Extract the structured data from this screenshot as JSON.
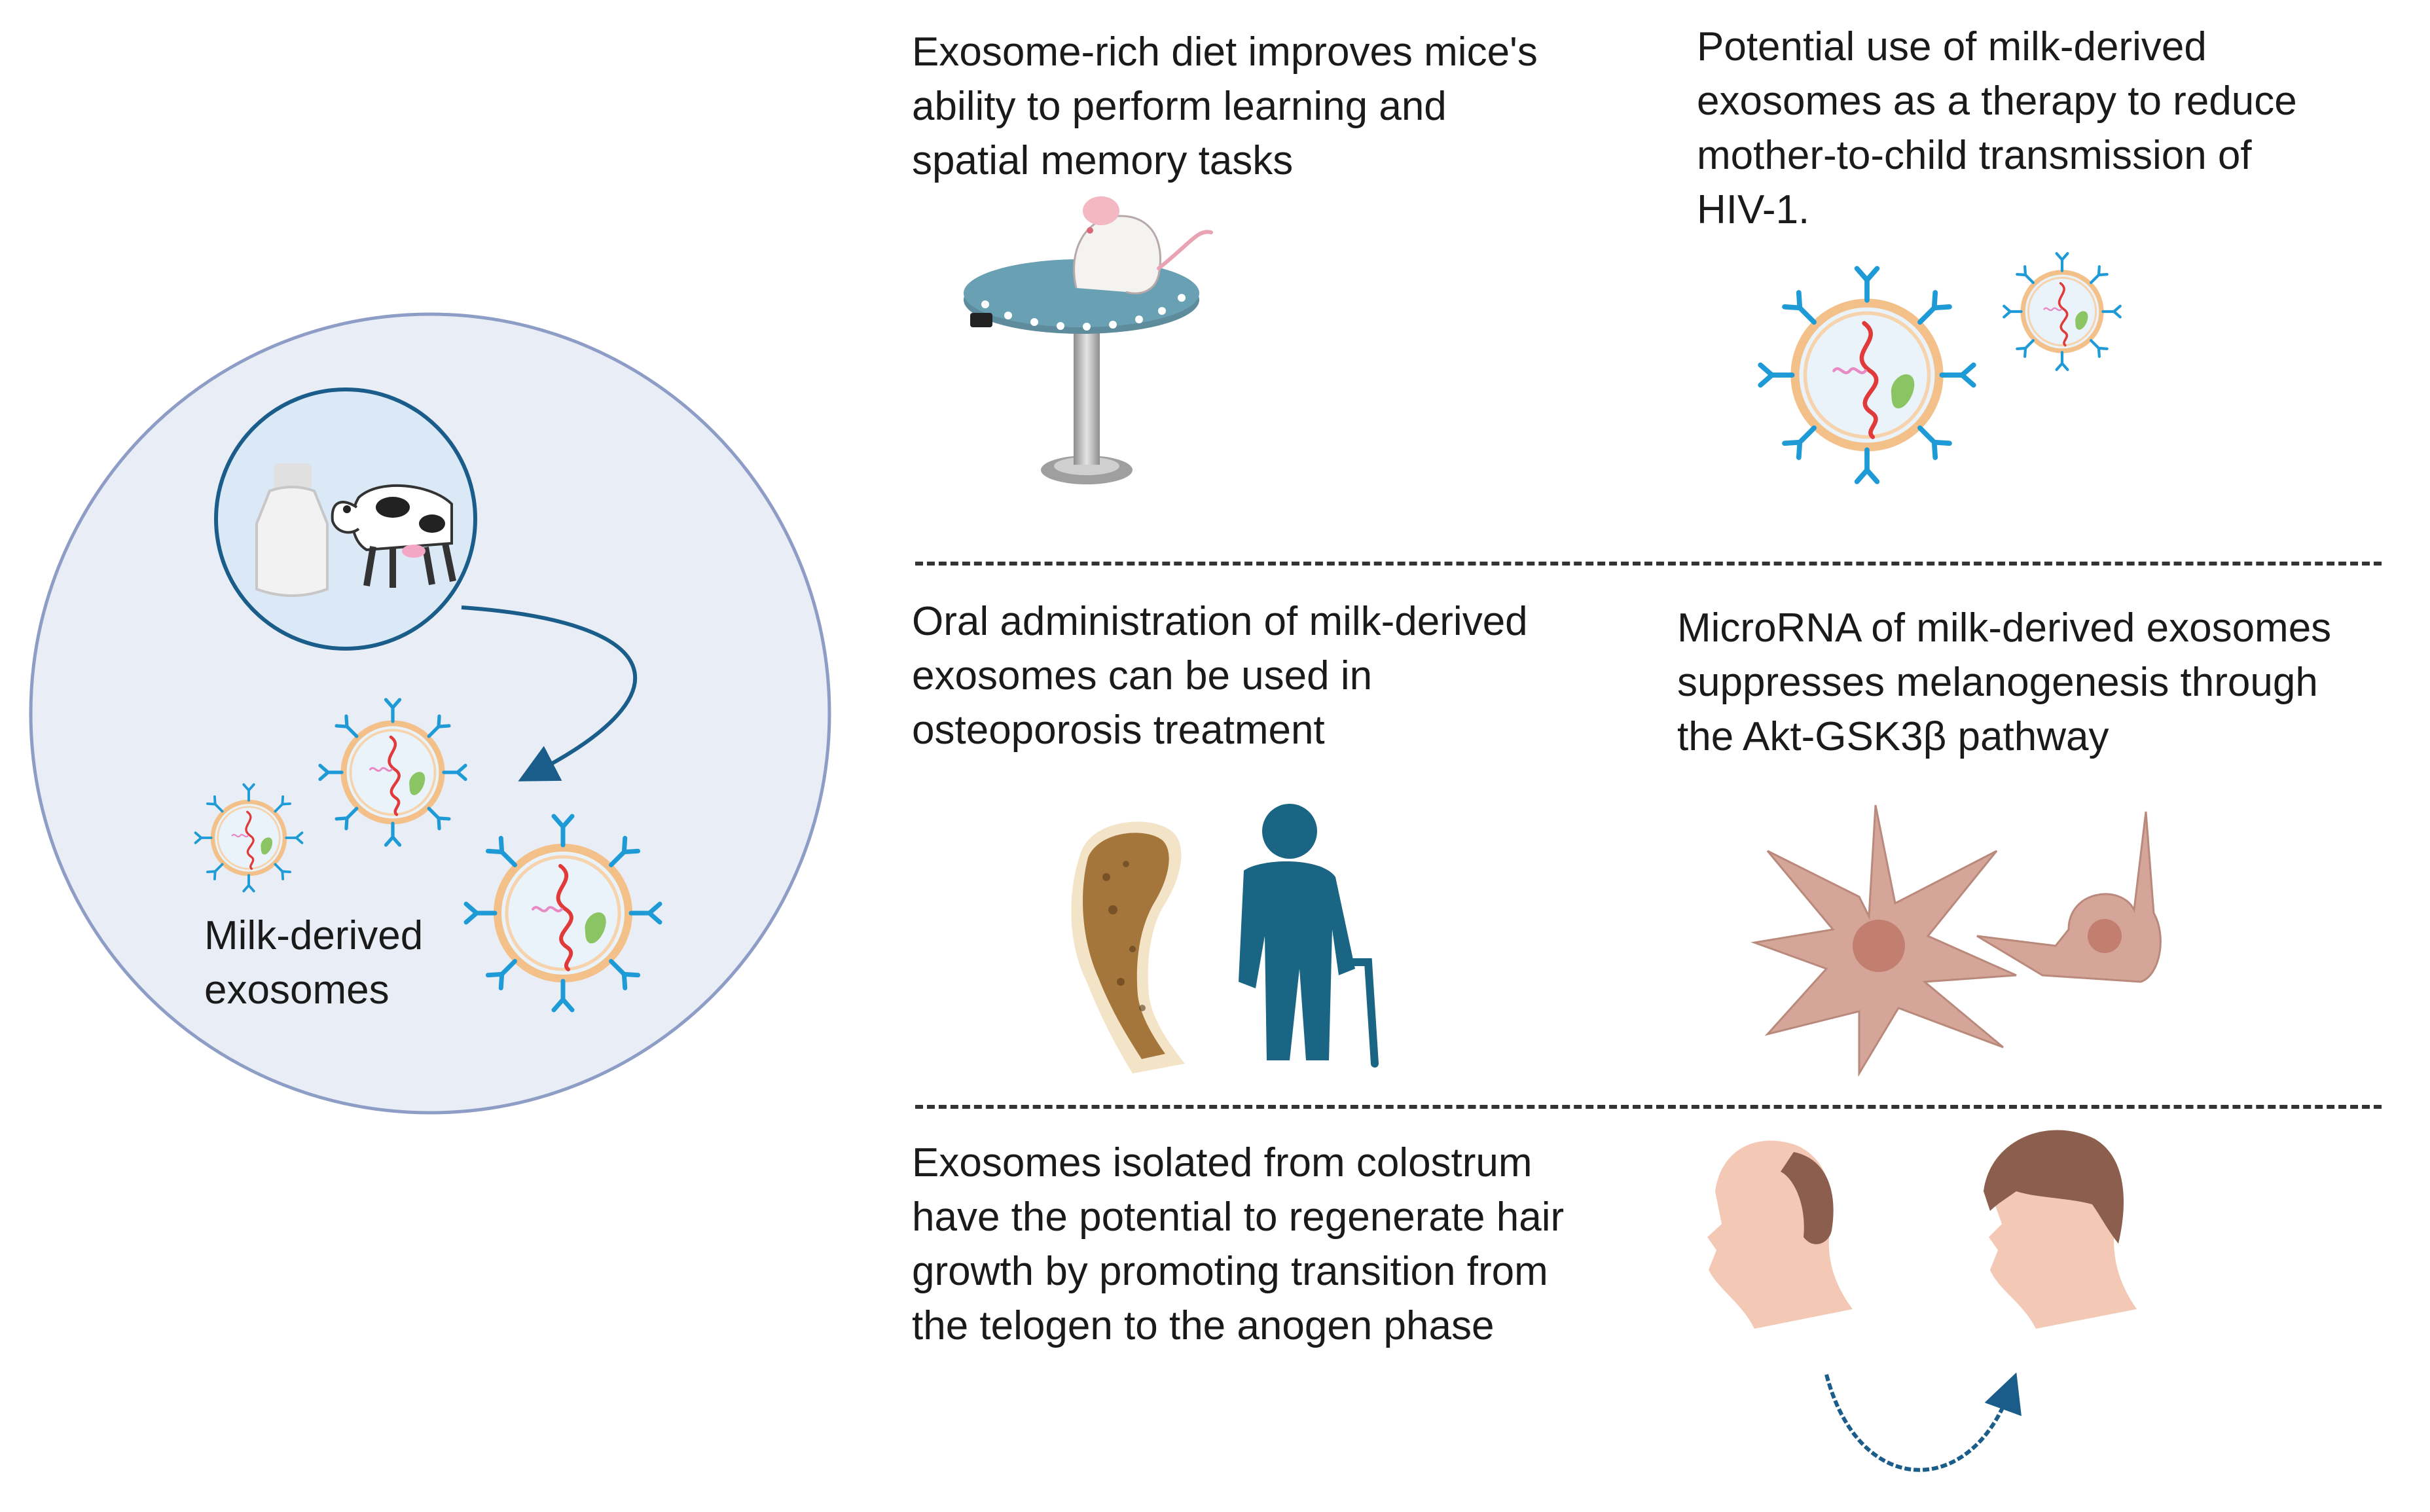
{
  "source": {
    "label_line1": "Milk-derived",
    "label_line2": "exosomes"
  },
  "panels": {
    "learning": {
      "lines": [
        "Exosome-rich diet improves mice's",
        "ability to perform learning and",
        "spatial memory tasks"
      ],
      "icon": "mouse-on-maze-platform-icon"
    },
    "hiv": {
      "lines": [
        "Potential use of milk-derived",
        "exosomes as a therapy to reduce",
        "mother-to-child transmission of",
        "HIV-1."
      ],
      "icon": "exosome-icon"
    },
    "osteoporosis": {
      "lines": [
        "Oral administration of milk-derived",
        "exosomes can be used in",
        "osteoporosis treatment"
      ],
      "icon": "femur-bone-and-elderly-person-icon"
    },
    "melanogenesis": {
      "lines": [
        "MicroRNA of milk-derived exosomes",
        "suppresses melanogenesis through",
        "the Akt-GSK3β pathway"
      ],
      "icon": "melanocyte-cell-icon"
    },
    "hair": {
      "lines": [
        "Exosomes isolated from colostrum",
        "have the potential to regenerate hair",
        "growth by promoting transition from",
        "the telogen to the anogen phase"
      ],
      "icon": "hair-regrowth-heads-icon"
    }
  },
  "colors": {
    "circle_fill": "#e9eef6",
    "circle_stroke": "#8d9dc6",
    "accent_blue": "#1a5d8a",
    "receptor_blue": "#1e9ad6",
    "membrane": "#f2c088",
    "rna_red": "#e03a3a",
    "bone": "#c79a5c",
    "skin": "#f3c9b6",
    "hair": "#8b5e4e",
    "cell": "#d4a598",
    "platform": "#6aa0b4"
  }
}
